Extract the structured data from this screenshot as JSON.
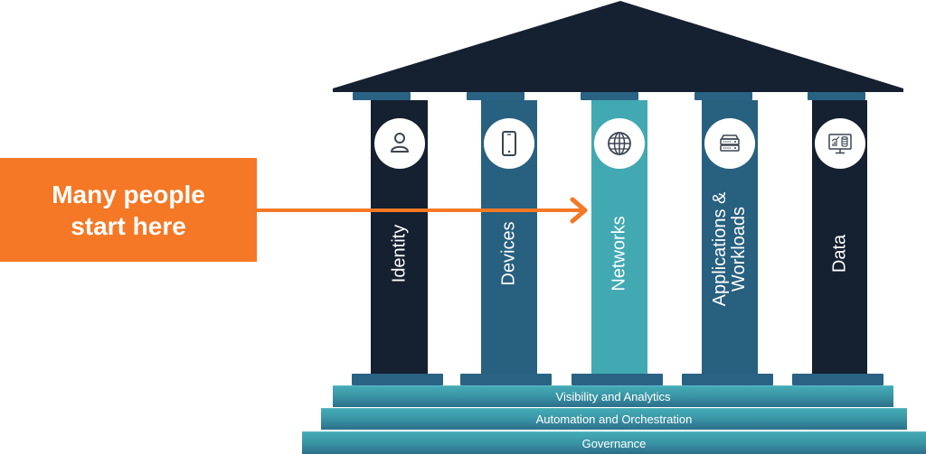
{
  "colors": {
    "roof": "#152030",
    "dark_navy": "#152030",
    "steel_blue": "#28607f",
    "teal": "#42a9b3",
    "cap_blue": "#2a6283",
    "step_teal": "#3c9dab",
    "callout_orange": "#f47825",
    "icon_stroke": "#3a4552"
  },
  "callout": {
    "line1": "Many people",
    "line2": "start here"
  },
  "pillars": [
    {
      "label": "Identity",
      "icon": "person-icon",
      "color": "#152030"
    },
    {
      "label": "Devices",
      "icon": "smartphone-icon",
      "color": "#28607f"
    },
    {
      "label": "Networks",
      "icon": "globe-icon",
      "color": "#42a9b3"
    },
    {
      "label_line1": "Applications &",
      "label_line2": "Workloads",
      "icon": "server-icon",
      "color": "#28607f"
    },
    {
      "label": "Data",
      "icon": "analytics-monitor-icon",
      "color": "#152030"
    }
  ],
  "foundation": [
    {
      "label": "Visibility and Analytics"
    },
    {
      "label": "Automation and Orchestration"
    },
    {
      "label": "Governance"
    }
  ]
}
